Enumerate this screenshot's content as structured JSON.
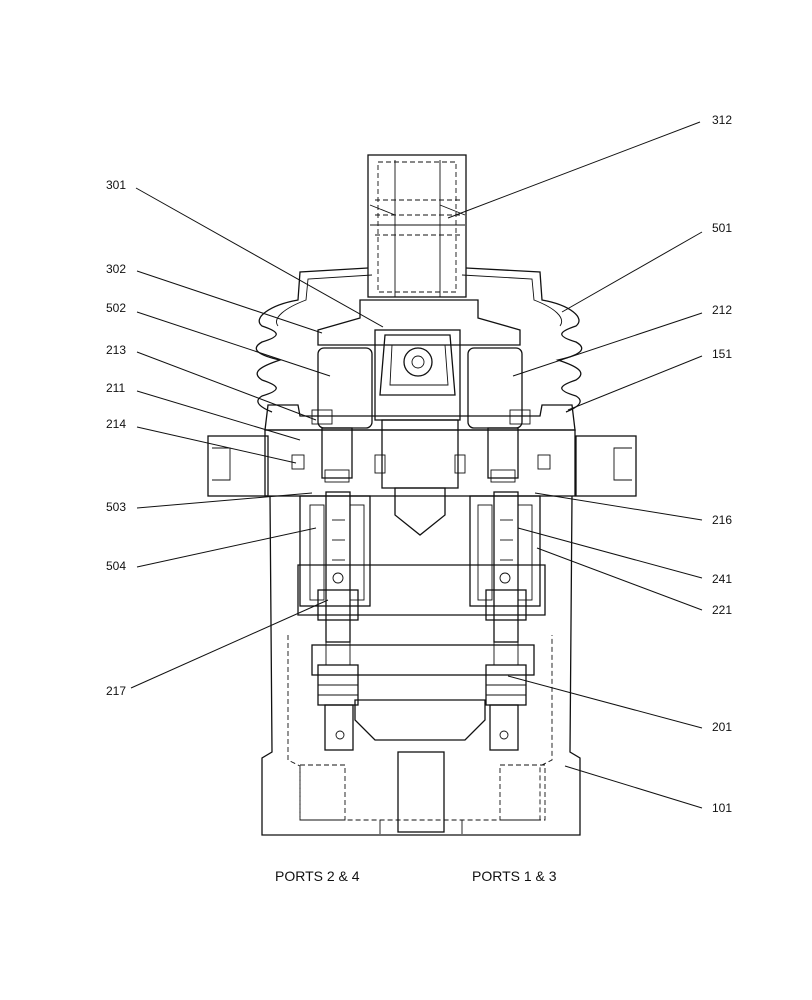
{
  "callouts": {
    "c312": "312",
    "c301": "301",
    "c501": "501",
    "c302": "302",
    "c212": "212",
    "c502": "502",
    "c151": "151",
    "c213": "213",
    "c211": "211",
    "c214": "214",
    "c503": "503",
    "c216": "216",
    "c504": "504",
    "c241": "241",
    "c221": "221",
    "c217": "217",
    "c201": "201",
    "c101": "101"
  },
  "ports": {
    "left": "PORTS 2 & 4",
    "right": "PORTS 1 & 3"
  }
}
